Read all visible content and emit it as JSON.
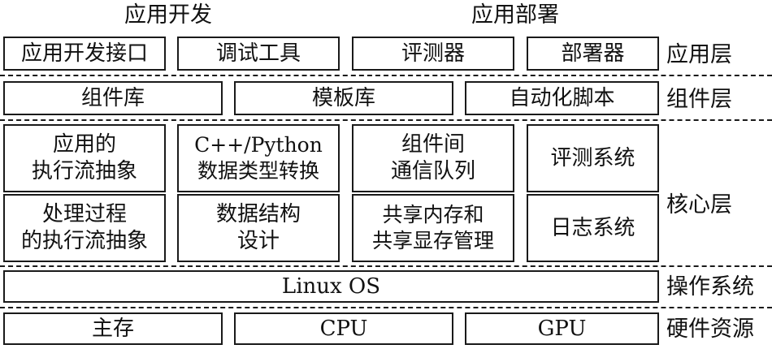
{
  "top_labels": {
    "dev": "应用开发",
    "deploy": "应用部署"
  },
  "app_layer": {
    "name": "应用层",
    "items": [
      "应用开发接口",
      "调试工具",
      "评测器",
      "部署器"
    ]
  },
  "component_layer": {
    "name": "组件层",
    "items": [
      "组件库",
      "模板库",
      "自动化脚本"
    ]
  },
  "core_layer": {
    "name": "核心层",
    "items": [
      "应用的\n执行流抽象",
      "C++/Python\n数据类型转换",
      "组件间\n通信队列",
      "评测系统",
      "处理过程\n的执行流抽象",
      "数据结构\n设计",
      "共享内存和\n共享显存管理",
      "日志系统"
    ]
  },
  "os_layer": {
    "name": "操作系统",
    "item": "Linux OS"
  },
  "hardware_layer": {
    "name": "硬件资源",
    "items": [
      "主存",
      "CPU",
      "GPU"
    ]
  }
}
